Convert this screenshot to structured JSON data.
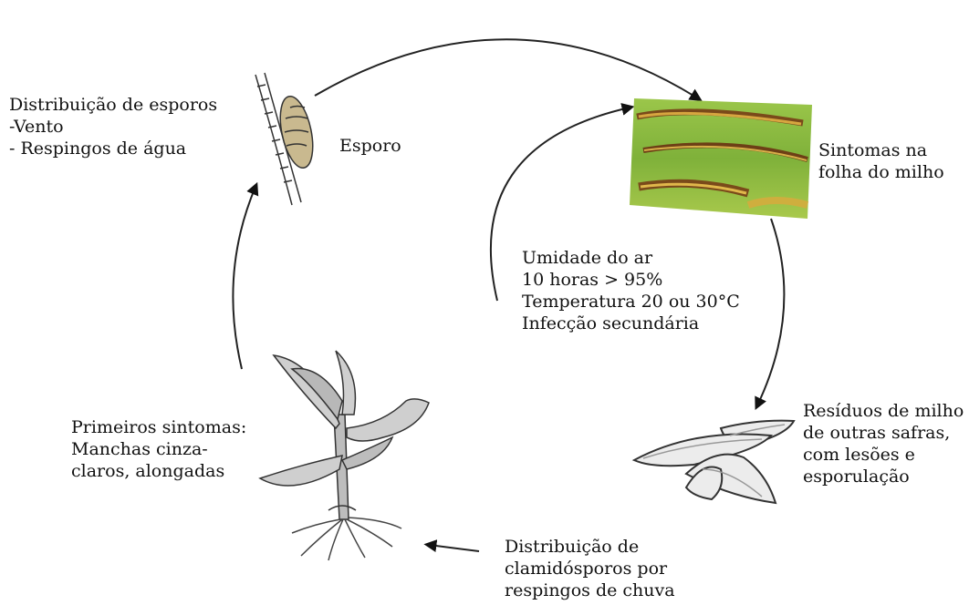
{
  "labels": {
    "dist_esporos": [
      "Distribuição de esporos",
      "-Vento",
      "- Respingos de água"
    ],
    "esporo": "Esporo",
    "sintomas_folha": [
      "Sintomas na",
      "folha do milho"
    ],
    "umidade": [
      "Umidade do ar",
      "10 horas > 95%",
      "Temperatura 20 ou 30°C",
      "Infecção secundária"
    ],
    "residuos": [
      "Resíduos de milho",
      "de outras safras,",
      "com lesões e",
      "esporulação"
    ],
    "clamidosporos": [
      "Distribuição de",
      "clamidósporos por",
      "respingos de chuva"
    ],
    "primeiros": [
      "Primeiros sintomas:",
      "Manchas cinza-",
      "claros, alongadas"
    ]
  }
}
